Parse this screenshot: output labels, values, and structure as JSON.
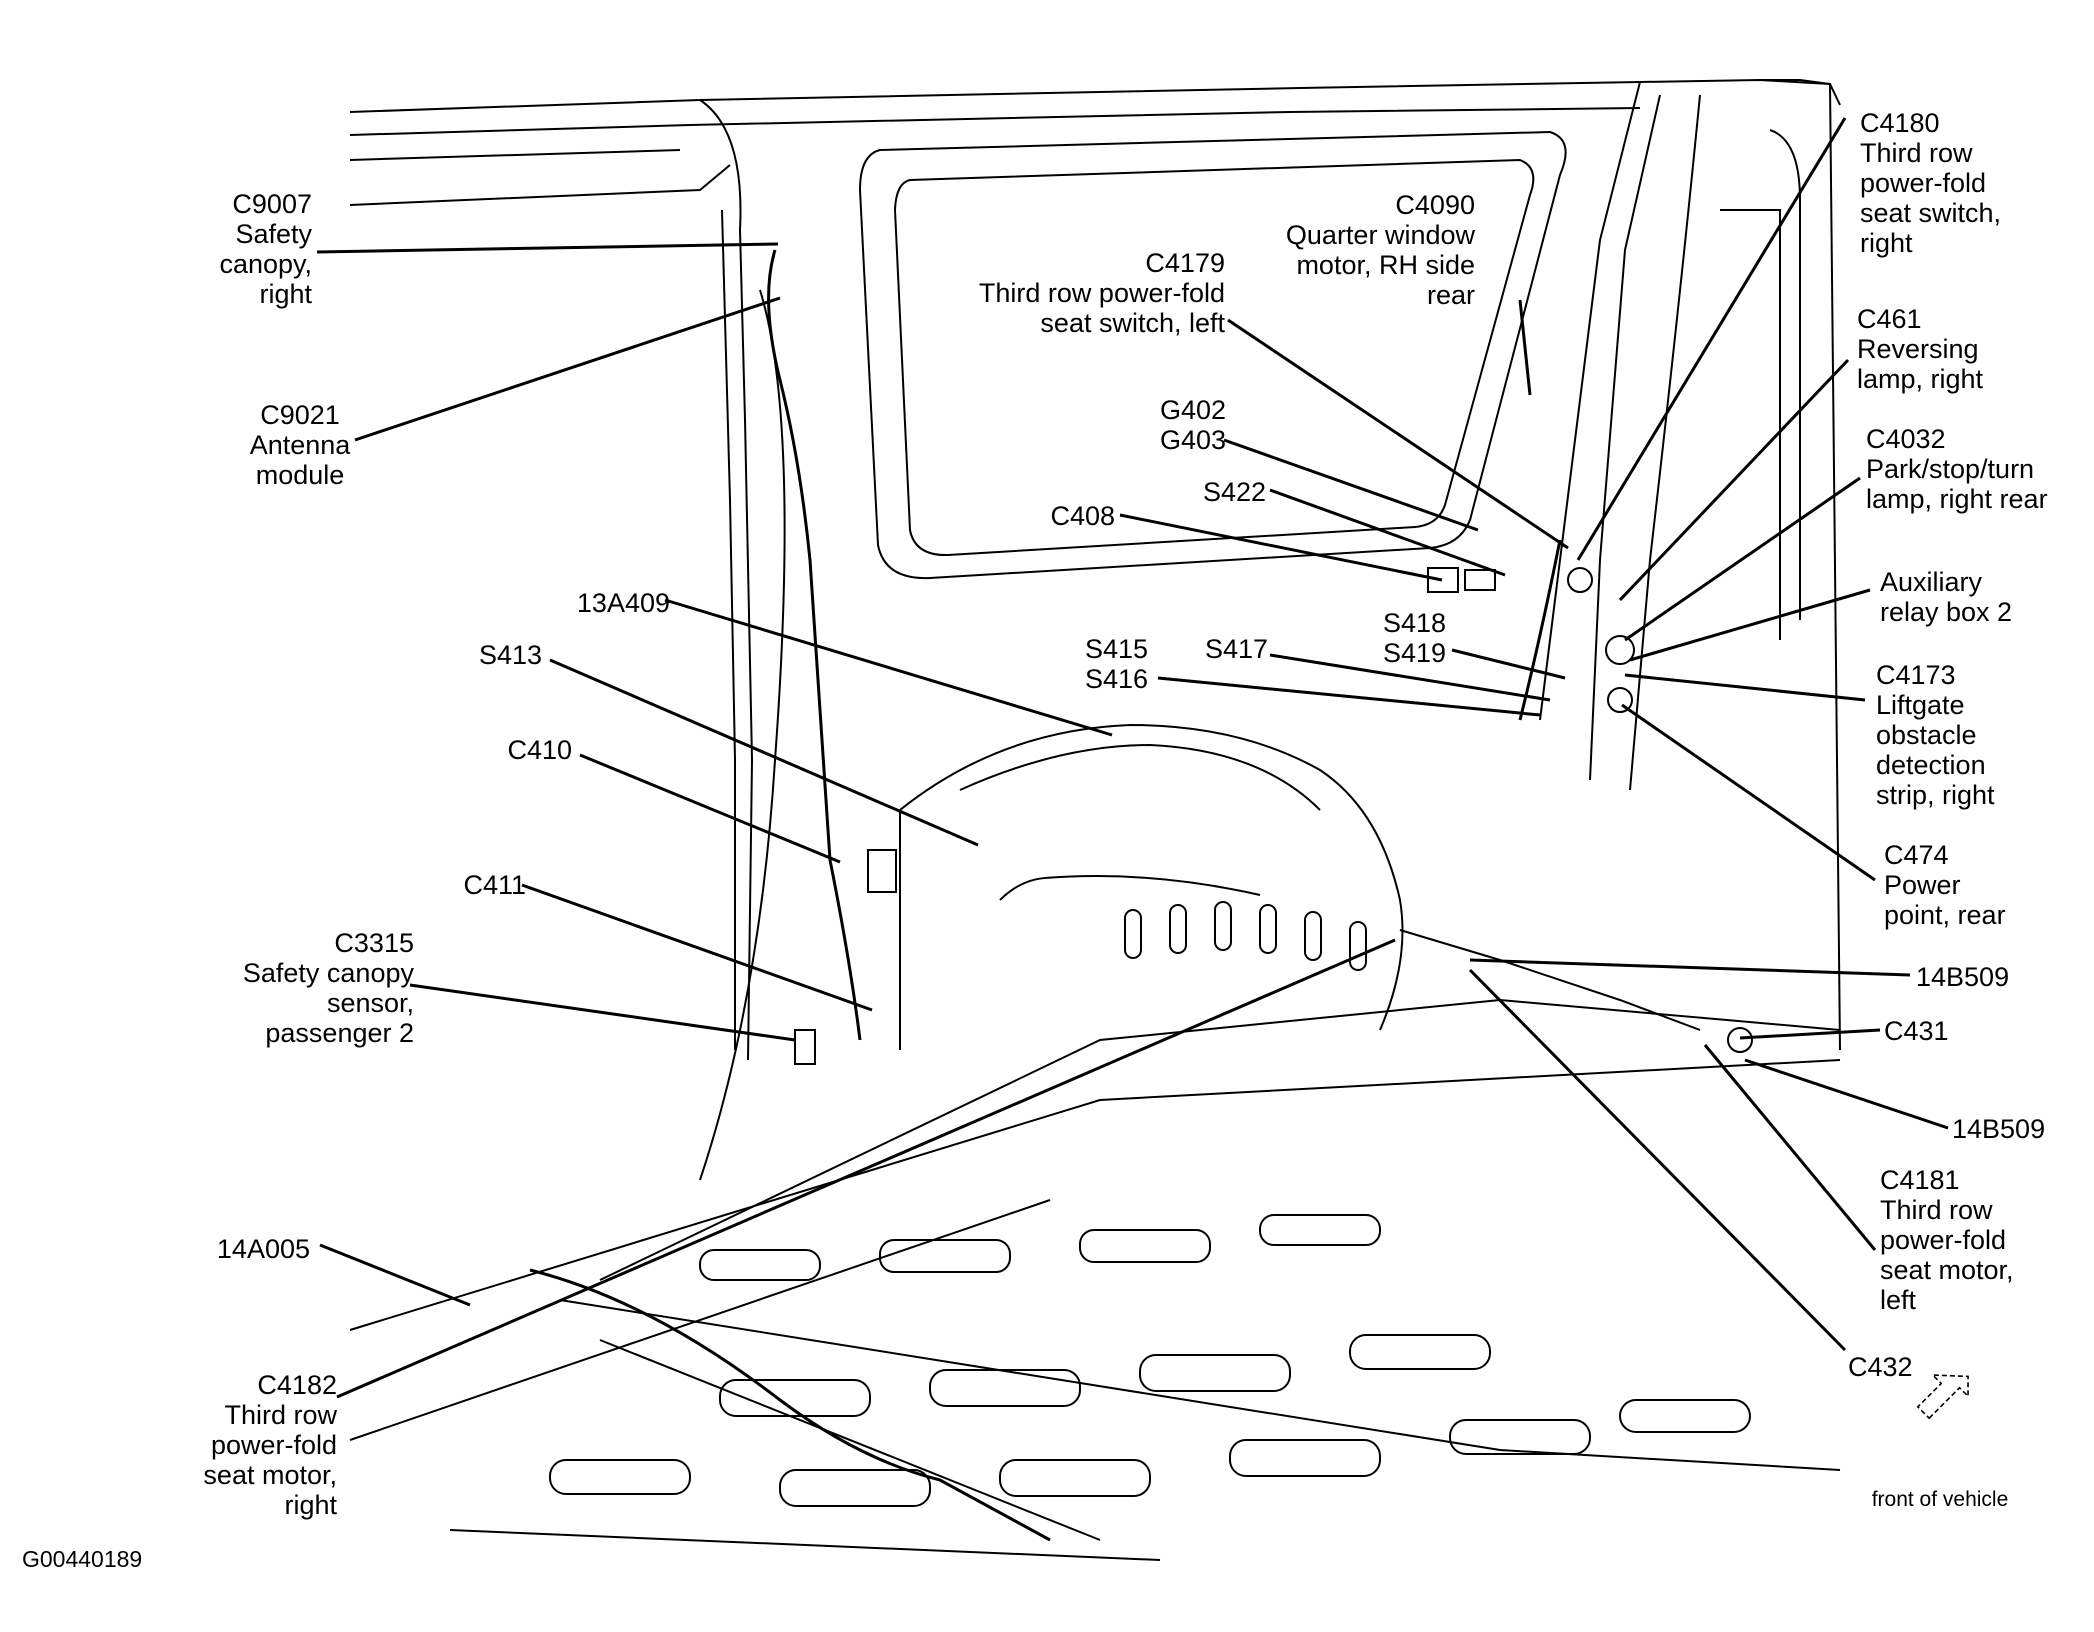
{
  "figure_id": "G00440189",
  "orientation_note": "front of vehicle",
  "callouts": [
    {
      "id": "C9007",
      "lines": [
        "C9007",
        "Safety",
        "canopy,",
        "right"
      ]
    },
    {
      "id": "C9021",
      "lines": [
        "C9021",
        "Antenna",
        "module"
      ]
    },
    {
      "id": "C4179",
      "lines": [
        "C4179",
        "Third row power-fold",
        "seat switch, left"
      ]
    },
    {
      "id": "C4090",
      "lines": [
        "C4090",
        "Quarter window",
        "motor, RH side",
        "rear"
      ]
    },
    {
      "id": "C4180",
      "lines": [
        "C4180",
        "Third row",
        "power-fold",
        "seat switch,",
        "right"
      ]
    },
    {
      "id": "C461",
      "lines": [
        "C461",
        "Reversing",
        "lamp, right"
      ]
    },
    {
      "id": "C4032",
      "lines": [
        "C4032",
        "Park/stop/turn",
        "lamp, right rear"
      ]
    },
    {
      "id": "G402",
      "lines": [
        "G402",
        "G403"
      ]
    },
    {
      "id": "S422",
      "lines": [
        "S422"
      ]
    },
    {
      "id": "C408",
      "lines": [
        "C408"
      ]
    },
    {
      "id": "AUXRB2",
      "lines": [
        "Auxiliary",
        "relay box 2"
      ]
    },
    {
      "id": "13A409",
      "lines": [
        "13A409"
      ]
    },
    {
      "id": "S413",
      "lines": [
        "S413"
      ]
    },
    {
      "id": "S418",
      "lines": [
        "S418",
        "S419"
      ]
    },
    {
      "id": "S415",
      "lines": [
        "S415",
        "S416"
      ]
    },
    {
      "id": "S417",
      "lines": [
        "S417"
      ]
    },
    {
      "id": "C4173",
      "lines": [
        "C4173",
        "Liftgate",
        "obstacle",
        "detection",
        "strip, right"
      ]
    },
    {
      "id": "C410",
      "lines": [
        "C410"
      ]
    },
    {
      "id": "C474",
      "lines": [
        "C474",
        "Power",
        "point, rear"
      ]
    },
    {
      "id": "C411",
      "lines": [
        "C411"
      ]
    },
    {
      "id": "14B509a",
      "lines": [
        "14B509"
      ]
    },
    {
      "id": "C3315",
      "lines": [
        "C3315",
        "Safety canopy",
        "sensor,",
        "passenger 2"
      ]
    },
    {
      "id": "C431",
      "lines": [
        "C431"
      ]
    },
    {
      "id": "14B509b",
      "lines": [
        "14B509"
      ]
    },
    {
      "id": "C4181",
      "lines": [
        "C4181",
        "Third row",
        "power-fold",
        "seat motor,",
        "left"
      ]
    },
    {
      "id": "14A005",
      "lines": [
        "14A005"
      ]
    },
    {
      "id": "C432",
      "lines": [
        "C432"
      ]
    },
    {
      "id": "C4182",
      "lines": [
        "C4182",
        "Third row",
        "power-fold",
        "seat motor,",
        "right"
      ]
    }
  ]
}
